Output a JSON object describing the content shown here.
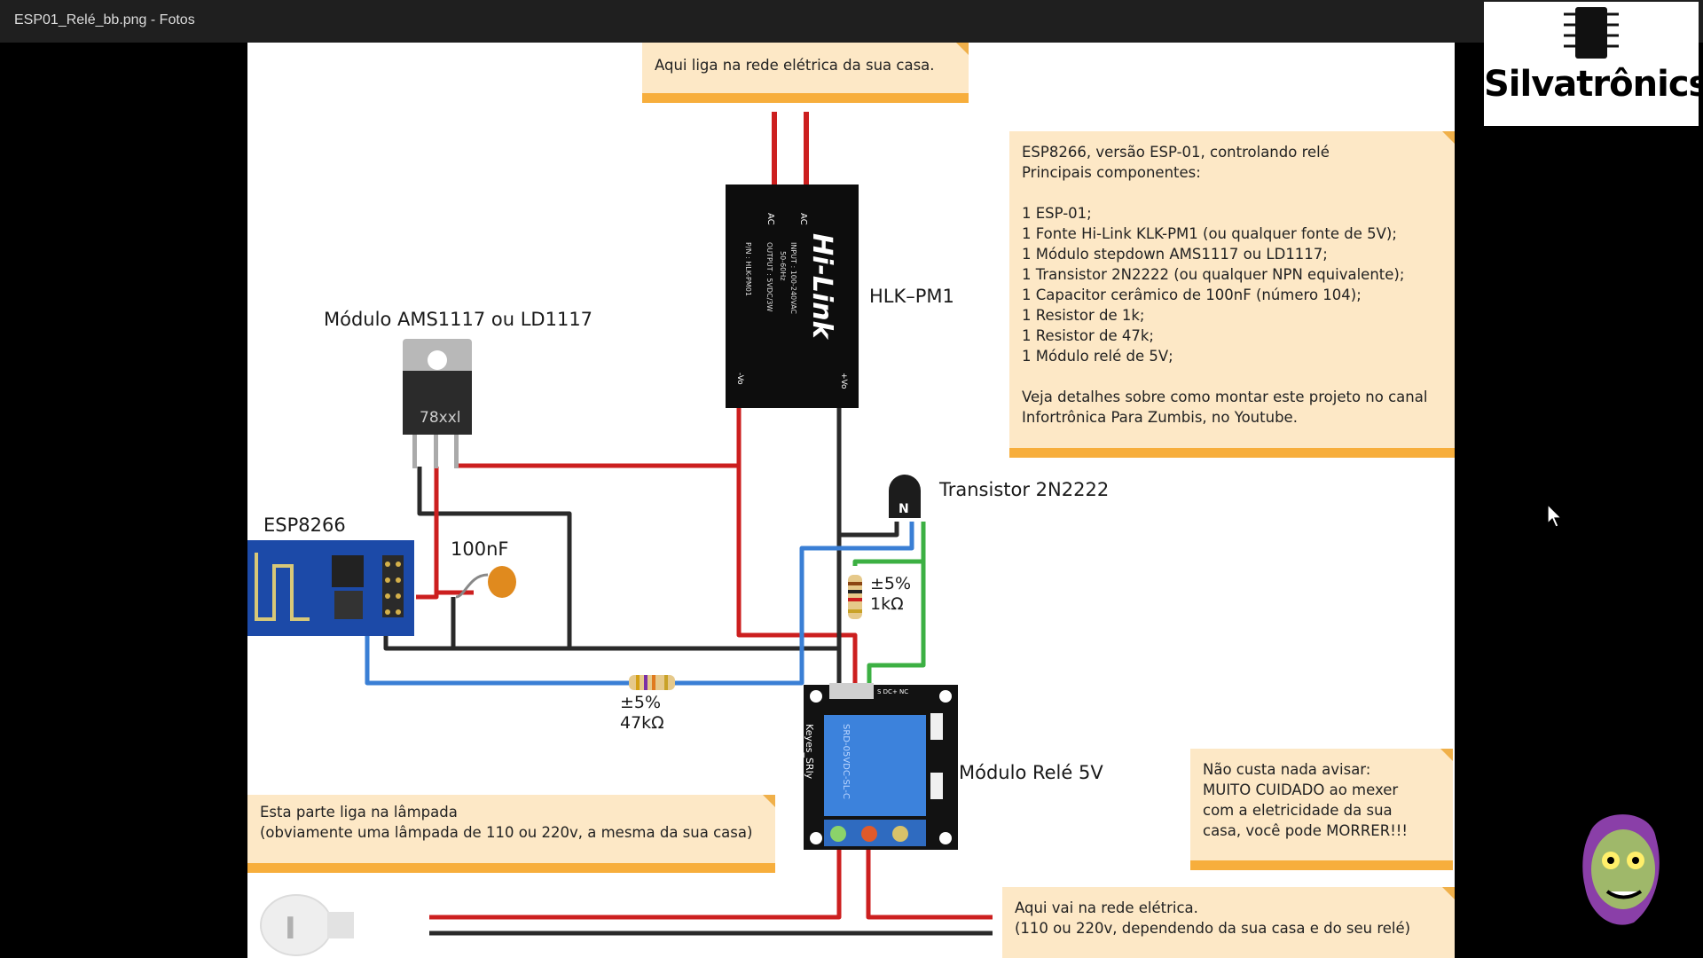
{
  "window": {
    "title": "ESP01_Relé_bb.png - Fotos"
  },
  "brand": {
    "name": "Silvatrônics"
  },
  "notes": {
    "top": "Aqui liga  na rede elétrica da sua casa.",
    "components": "ESP8266, versão ESP-01, controlando relé\nPrincipais componentes:\n\n1 ESP-01;\n1 Fonte Hi-Link KLK-PM1 (ou qualquer fonte de 5V);\n1 Módulo stepdown AMS1117 ou LD1117;\n1 Transistor 2N2222 (ou qualquer NPN equivalente);\n1 Capacitor cerâmico de 100nF (número 104);\n1 Resistor de 1k;\n1 Resistor de 47k;\n1 Módulo relé de 5V;\n\nVeja detalhes sobre como montar este projeto no canal\nInfortrônica Para Zumbis, no Youtube.",
    "lamp": "Esta parte liga na lâmpada\n(obviamente uma lâmpada de 110 ou 220v, a mesma da sua casa)",
    "warning": "Não custa nada avisar:\nMUITO CUIDADO ao mexer\ncom a eletricidade da sua\ncasa, você pode MORRER!!!",
    "mains": "Aqui vai na rede elétrica.\n(110 ou 220v, dependendo da sua casa e do seu relé)"
  },
  "labels": {
    "regulator": "Módulo AMS1117 ou LD1117",
    "hlk": "HLK–PM1",
    "esp": "ESP8266",
    "cap": "100nF",
    "transistor": "Transistor 2N2222",
    "r1_tol": "±5%",
    "r1_val": "1kΩ",
    "r2_tol": "±5%",
    "r2_val": "47kΩ",
    "relay": "Módulo Relé 5V"
  },
  "parts": {
    "regulator_marking": "78xxl",
    "hlk_logo": "Hi-Link",
    "hlk_input": "INPUT : 100-240VAC",
    "hlk_freq": "50-60Hz",
    "hlk_output": "OUTPUT : 5VDC/3W",
    "hlk_pn": "P/N : HLK-PM01",
    "hlk_ac1": "AC",
    "hlk_ac2": "AC",
    "hlk_vo_neg": "-Vo",
    "hlk_vo_pos": "+Vo",
    "transistor_mark": "N",
    "relay_brand": "Keyes_SRly",
    "relay_model": "SRD-05VDC-SL-C",
    "relay_terminals": "S  DC+ NC"
  },
  "colors": {
    "note_bg": "#fde8c6",
    "note_bar": "#f7ae3c",
    "wire_red": "#cc1f1f",
    "wire_black": "#2a2a2a",
    "wire_blue": "#3a7fd5",
    "wire_green": "#3cb043",
    "esp_blue": "#1c4aa8",
    "relay_blue": "#3c82dc"
  }
}
